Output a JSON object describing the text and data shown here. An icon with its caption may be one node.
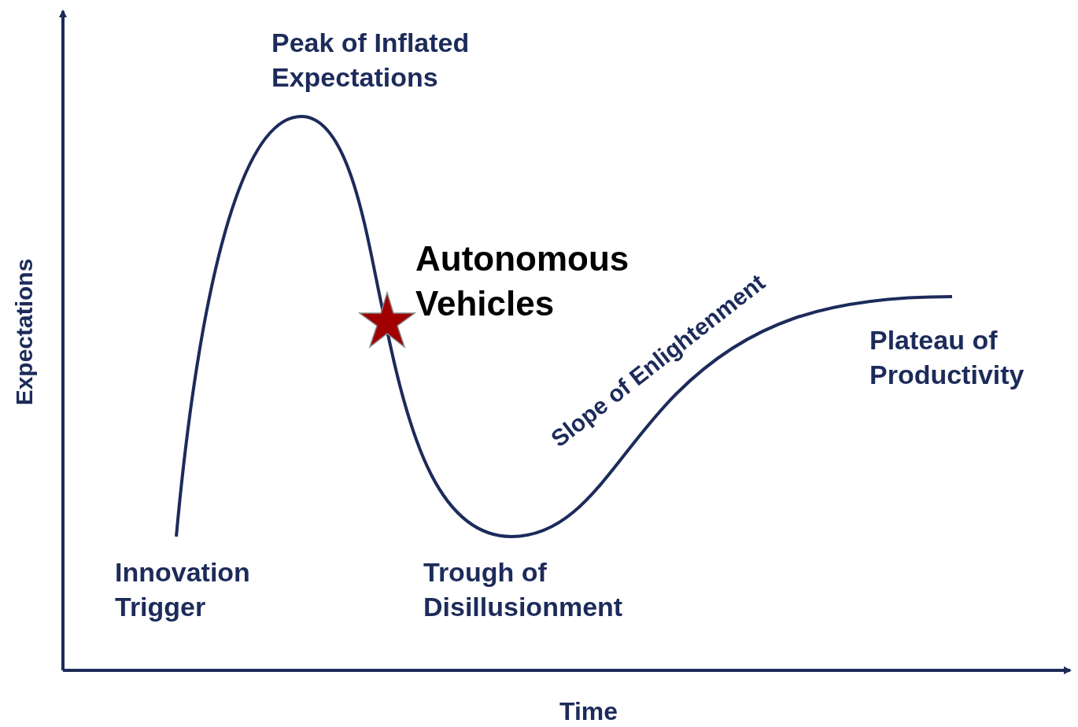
{
  "diagram": {
    "labels": [
      "Peak of Inflated Expectations",
      "Autonomous Vehicles",
      "Slope of Enlightenment",
      "Plateau of Productivity",
      "Expectations",
      "Innovation Trigger",
      "Trough of Disillusionment",
      "Time"
    ]
  }
}
